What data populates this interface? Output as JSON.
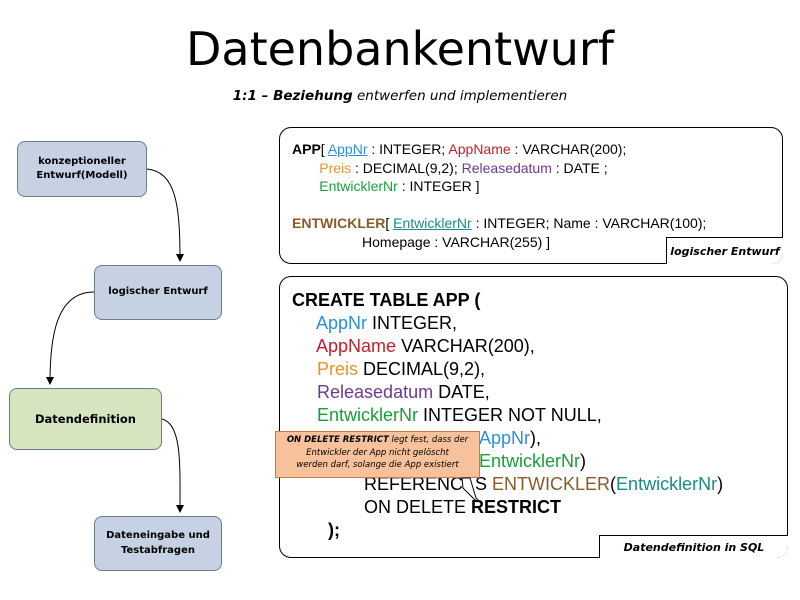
{
  "title": "Datenbankentwurf",
  "subtitle": {
    "bold": "1:1 – Beziehung",
    "rest": " entwerfen und implementieren"
  },
  "flow": {
    "conceptual": [
      "konzeptioneller",
      "Entwurf(Modell)"
    ],
    "logical": "logischer Entwurf",
    "definition": "Datendefinition",
    "input": [
      "Dateneingabe und",
      "Testabfragen"
    ]
  },
  "logical_panel": {
    "tag": "logischer Entwurf",
    "app": {
      "name": "APP",
      "open": "[ ",
      "f1": "AppNr",
      "f1_type": " : INTEGER; ",
      "f2": "AppName",
      "f2_type": " : VARCHAR(200);",
      "f3": "Preis",
      "f3_type": " : DECIMAL(9,2); ",
      "f4": "Releasedatum",
      "f4_type": " : DATE ;",
      "f5": "EntwicklerNr",
      "f5_type": " : INTEGER ]"
    },
    "dev": {
      "name": "ENTWICKLER",
      "open": "[ ",
      "f1": "EntwicklerNr",
      "f1_type": " : INTEGER; Name : VARCHAR(100);",
      "line2": "Homepage : VARCHAR(255) ]"
    }
  },
  "sql_panel": {
    "tag": "Datendefinition in SQL",
    "create": "CREATE TABLE APP (",
    "c1": "AppNr",
    "c1_type": " INTEGER,",
    "c2": "AppName",
    "c2_type": " VARCHAR(200),",
    "c3": "Preis",
    "c3_type": " DECIMAL(9,2),",
    "c4": "Releasedatum",
    "c4_type": " DATE,",
    "c5": "EntwicklerNr",
    "c5_type": " INTEGER NOT NULL,",
    "pk_tail": "AppNr",
    "pk_close": "),",
    "fk_tail": "EntwicklerNr",
    "fk_close": ")",
    "ref_a": "REFERENC",
    "ref_b": "S ",
    "ref_table": "ENTWICKLER",
    "ref_paren": "(",
    "ref_col": "EntwicklerNr",
    "ref_close": ")",
    "ondelete": "ON DELETE ",
    "restrict": "RESTRICT",
    "end": ");"
  },
  "callout": {
    "bold": "ON DELETE RESTRICT",
    "l1": " legt fest, dass der",
    "l2": "Entwickler der App nicht gelöscht",
    "l3": "werden darf, solange die App existiert"
  }
}
